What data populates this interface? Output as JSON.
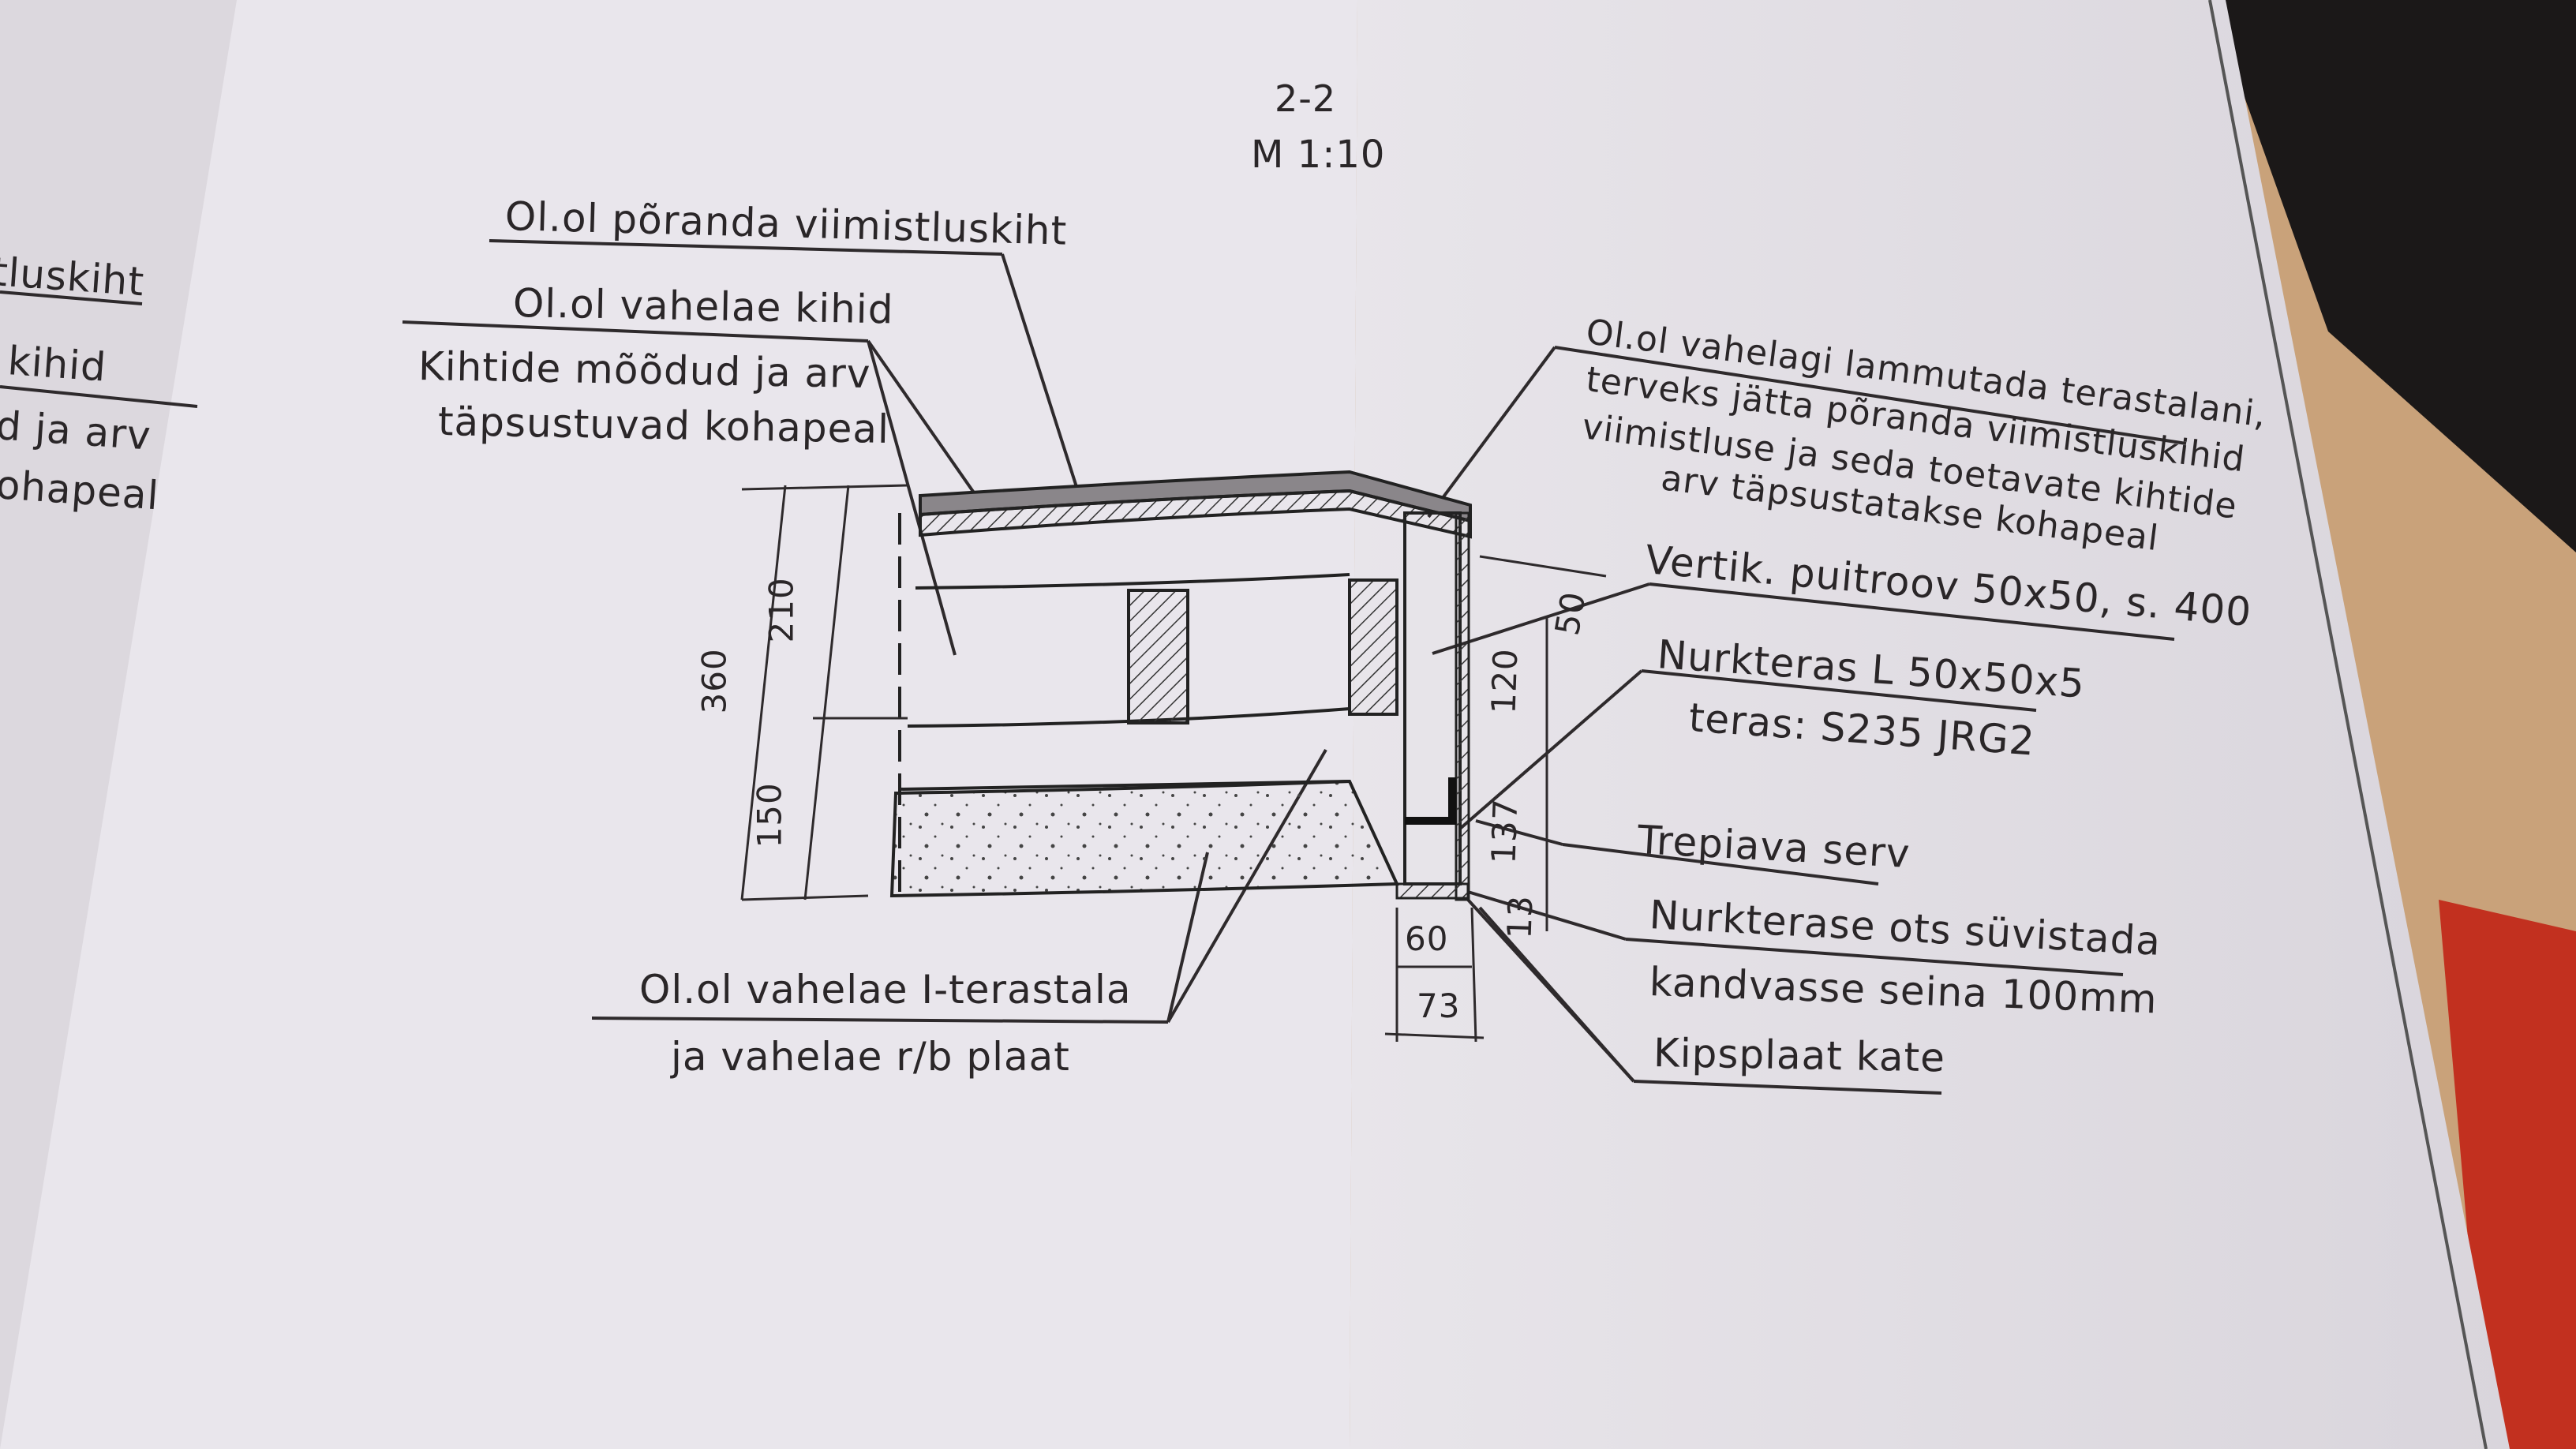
{
  "section": {
    "id": "2-2",
    "scale": "M 1:10"
  },
  "left_page_fragments": [
    "tluskiht",
    "kihid",
    "d ja arv",
    "ohapeal"
  ],
  "labels": {
    "floor_finish": "Ol.ol põranda viimistluskiht",
    "slab_layers": "Ol.ol vahelae kihid",
    "layers_note_1": "Kihtide mõõdud ja arv",
    "layers_note_2": "täpsustuvad kohapeal",
    "demolish_1": "Ol.ol vahelagi lammutada terastalani,",
    "demolish_2": "terveks jätta põranda viimistluskihid",
    "demolish_3": "viimistluse ja seda toetavate kihtide",
    "demolish_4": "arv täpsustatakse kohapeal",
    "timber": "Vertik. puitroov 50x50, s. 400",
    "angle_1": "Nurkteras L 50x50x5",
    "angle_2": "teras: S235 JRG2",
    "stair_edge": "Trepiava serv",
    "angle_end_1": "Nurkterase ots süvistada",
    "angle_end_2": "kandvasse seina 100mm",
    "gypsum": "Kipsplaat kate",
    "beam_1": "Ol.ol vahelae I-terastala",
    "beam_2": "ja vahelae r/b plaat"
  },
  "dimensions": {
    "total": "360",
    "upper": "210",
    "lower": "150",
    "d50": "50",
    "d120": "120",
    "d137": "137",
    "d13": "13",
    "d60": "60",
    "d73": "73"
  }
}
